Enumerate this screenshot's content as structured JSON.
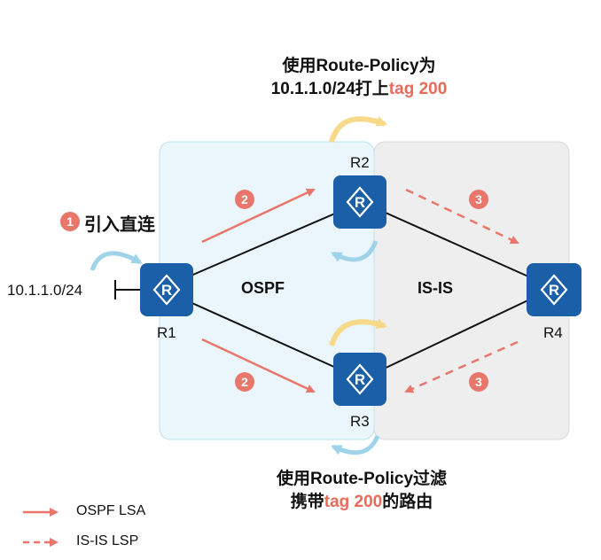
{
  "captions": {
    "top_line1": "使用Route-Policy为",
    "top_line2_prefix": "10.1.1.0/24打上",
    "top_line2_highlight": "tag 200",
    "bottom_line1": "使用Route-Policy过滤",
    "bottom_line2_prefix": "携带",
    "bottom_line2_highlight": "tag 200",
    "bottom_line2_suffix": "的路由"
  },
  "areas": {
    "ospf": "OSPF",
    "isis": "IS-IS"
  },
  "routers": {
    "r1": "R1",
    "r2": "R2",
    "r3": "R3",
    "r4": "R4"
  },
  "network": "10.1.1.0/24",
  "step1": {
    "number": "1",
    "label": "引入直连"
  },
  "steps": {
    "two": "2",
    "three": "3"
  },
  "legend": {
    "ospf": "OSPF LSA",
    "isis": "IS-IS LSP"
  },
  "colors": {
    "router": "#1a5fa8",
    "arrow": "#e8766a",
    "ospf_area": "#eaf6fb",
    "isis_area": "#eeeeee",
    "curl_blue": "#9fd3ea",
    "curl_yellow": "#f7d98a"
  }
}
